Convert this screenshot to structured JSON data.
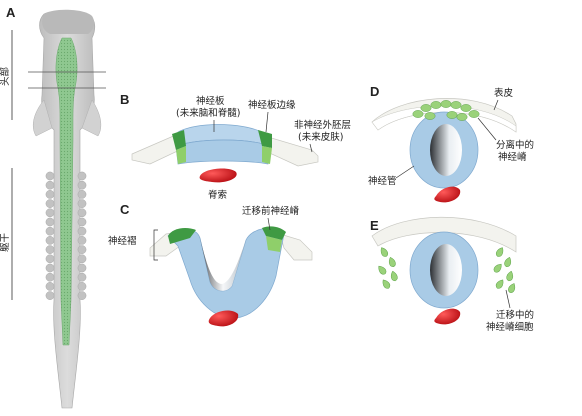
{
  "panels": {
    "A": {
      "label": "A",
      "head_label": "头部",
      "trunk_label": "躯干"
    },
    "B": {
      "label": "B",
      "neural_plate": "神经板",
      "neural_plate_sub": "(未来脑和脊髓)",
      "neural_plate_border": "神经板边缘",
      "non_neural_ectoderm": "非神经外胚层",
      "non_neural_ectoderm_sub": "(未来皮肤)",
      "notochord": "脊索"
    },
    "C": {
      "label": "C",
      "premigratory_nc": "迁移前神经嵴",
      "neural_folds": "神经褶"
    },
    "D": {
      "label": "D",
      "epidermis": "表皮",
      "delaminating_nc": "分离中的",
      "delaminating_nc_2": "神经嵴",
      "neural_tube": "神经管"
    },
    "E": {
      "label": "E",
      "migrating_nc": "迁移中的",
      "migrating_nc_2": "神经嵴细胞"
    }
  },
  "colors": {
    "plate_blue": "#a9cbe6",
    "plate_blue_dark": "#7fa9cf",
    "crest_green": "#49a84c",
    "crest_green_light": "#8fcf6a",
    "skin_white": "#f4f4f0",
    "notochord_red": "#d9262b",
    "embryo_gray": "#c9c9c9",
    "embryo_dark": "#b2b2b2",
    "neural_green": "#79b77a"
  }
}
